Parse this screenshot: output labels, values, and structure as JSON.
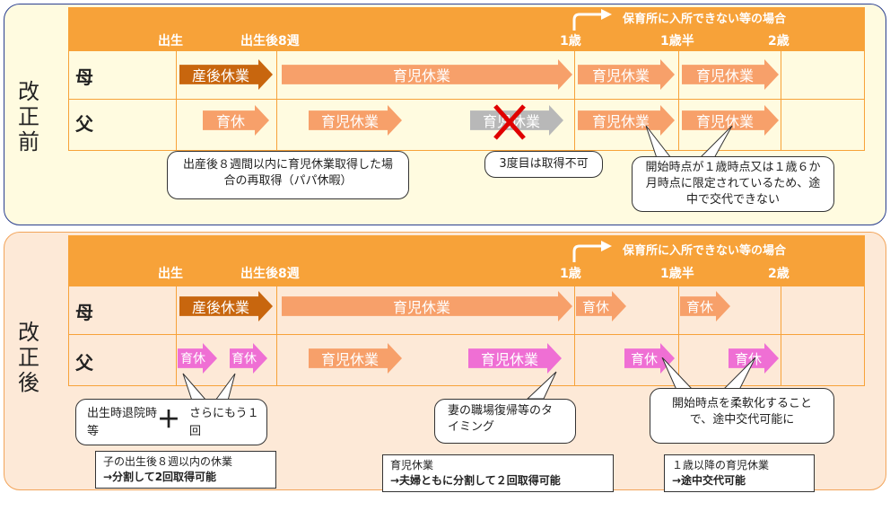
{
  "before": {
    "side_label": "改正前",
    "header": {
      "top_note": "保育所に入所できない等の場合",
      "milestones": [
        "出生",
        "出生後8週",
        "1歳",
        "1歳半",
        "2歳"
      ]
    },
    "rows": {
      "mother": {
        "label": "母",
        "bars": [
          "産後休業",
          "育児休業",
          "育児休業",
          "育児休業"
        ]
      },
      "father": {
        "label": "父",
        "bars": [
          "育休",
          "育児休業",
          "育児休業",
          "育児休業",
          "育児休業"
        ]
      }
    },
    "callouts": {
      "papa": "出産後８週間以内に育児休業取得した場合の再取得（パパ休暇）",
      "third": "3度目は取得不可",
      "start": "開始時点が１歳時点又は１歳６か月時点に限定されているため、途中で交代できない"
    }
  },
  "after": {
    "side_label": "改正後",
    "header": {
      "top_note": "保育所に入所できない等の場合",
      "milestones": [
        "出生",
        "出生後8週",
        "1歳",
        "1歳半",
        "2歳"
      ]
    },
    "rows": {
      "mother": {
        "label": "母",
        "bars": [
          "産後休業",
          "育児休業",
          "育休",
          "育休"
        ]
      },
      "father": {
        "label": "父",
        "bars": [
          "育休",
          "育休",
          "育児休業",
          "育児休業",
          "育休",
          "育休"
        ]
      }
    },
    "callouts": {
      "birth_left": "出生時退院時等",
      "plus": "＋",
      "birth_right": "さらにもう１回",
      "spouse": "妻の職場復帰等のタイミング",
      "flex": "開始時点を柔軟化することで、途中交代可能に"
    },
    "boxes": {
      "box1_line1": "子の出生後８週以内の休業",
      "box1_line2": "→分割して2回取得可能",
      "box2_line1": "育児休業",
      "box2_line2": "→夫婦ともに分割して２回取得可能",
      "box3_line1": "１歳以降の育児休業",
      "box3_line2": "→途中交代可能"
    }
  }
}
